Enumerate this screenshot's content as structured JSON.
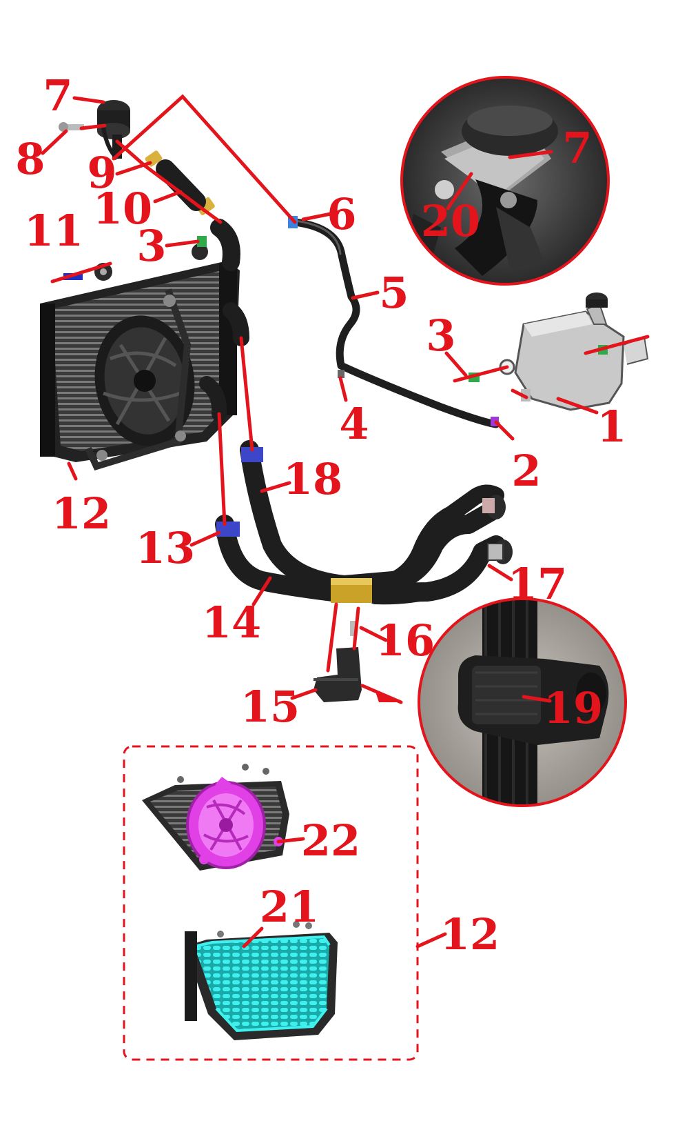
{
  "callouts": {
    "c1": "1",
    "c2": "2",
    "c3a": "3",
    "c3b": "3",
    "c4": "4",
    "c5": "5",
    "c6": "6",
    "c7a": "7",
    "c7b": "7",
    "c8": "8",
    "c9": "9",
    "c10": "10",
    "c11": "11",
    "c12a": "12",
    "c12b": "12",
    "c13": "13",
    "c14": "14",
    "c15": "15",
    "c16": "16",
    "c17": "17",
    "c18": "18",
    "c19": "19",
    "c20": "20",
    "c21": "21",
    "c22": "22"
  },
  "colors": {
    "callout_red": "#e3141b",
    "hose_black": "#1e1e1e",
    "fan_magenta": "#e040e6",
    "core_cyan": "#2ee6e6",
    "clamp_blue": "#3b46c9",
    "sleeve_gold": "#c9a227",
    "clip_green": "#2faa4a"
  }
}
